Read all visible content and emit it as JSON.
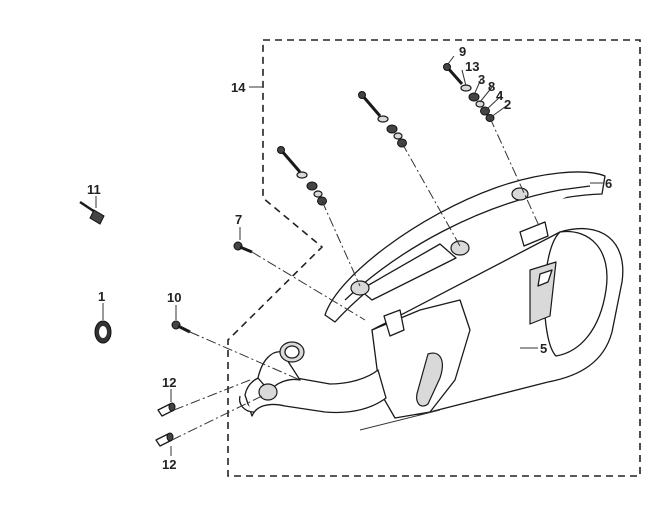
{
  "diagram": {
    "callouts": [
      {
        "id": "c1",
        "text": "1"
      },
      {
        "id": "c2",
        "text": "2"
      },
      {
        "id": "c3",
        "text": "3"
      },
      {
        "id": "c4",
        "text": "4"
      },
      {
        "id": "c5",
        "text": "5"
      },
      {
        "id": "c6",
        "text": "6"
      },
      {
        "id": "c7",
        "text": "7"
      },
      {
        "id": "c8",
        "text": "8"
      },
      {
        "id": "c9",
        "text": "9"
      },
      {
        "id": "c10",
        "text": "10"
      },
      {
        "id": "c11",
        "text": "11"
      },
      {
        "id": "c12a",
        "text": "12"
      },
      {
        "id": "c12b",
        "text": "12"
      },
      {
        "id": "c13",
        "text": "13"
      },
      {
        "id": "c14",
        "text": "14"
      }
    ]
  }
}
